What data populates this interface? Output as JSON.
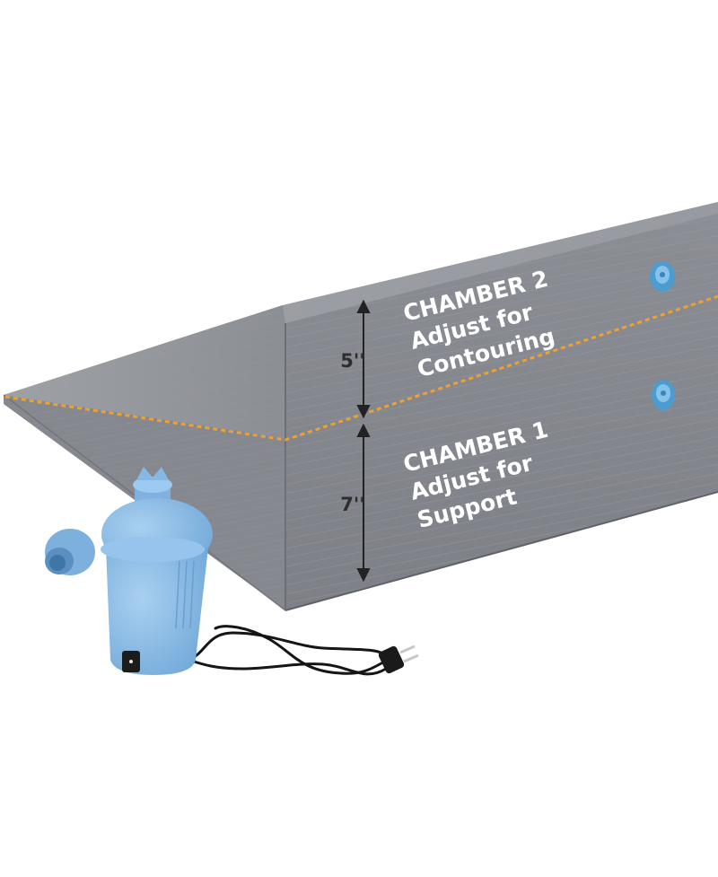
{
  "product": {
    "chamber_2": {
      "title": "CHAMBER 2",
      "line1": "Adjust for",
      "line2": "Contouring",
      "height": "5''"
    },
    "chamber_1": {
      "title": "CHAMBER 1",
      "line1": "Adjust for",
      "line2": "Support",
      "height": "7''"
    }
  },
  "colors": {
    "wedge_top": "#8e9197",
    "wedge_front": "#84878d",
    "wedge_dark": "#6f7278",
    "seam": "#f0a030",
    "valve": "#5aaad8",
    "pump": "#86b8e4",
    "cord": "#151515",
    "background": "#ffffff"
  }
}
